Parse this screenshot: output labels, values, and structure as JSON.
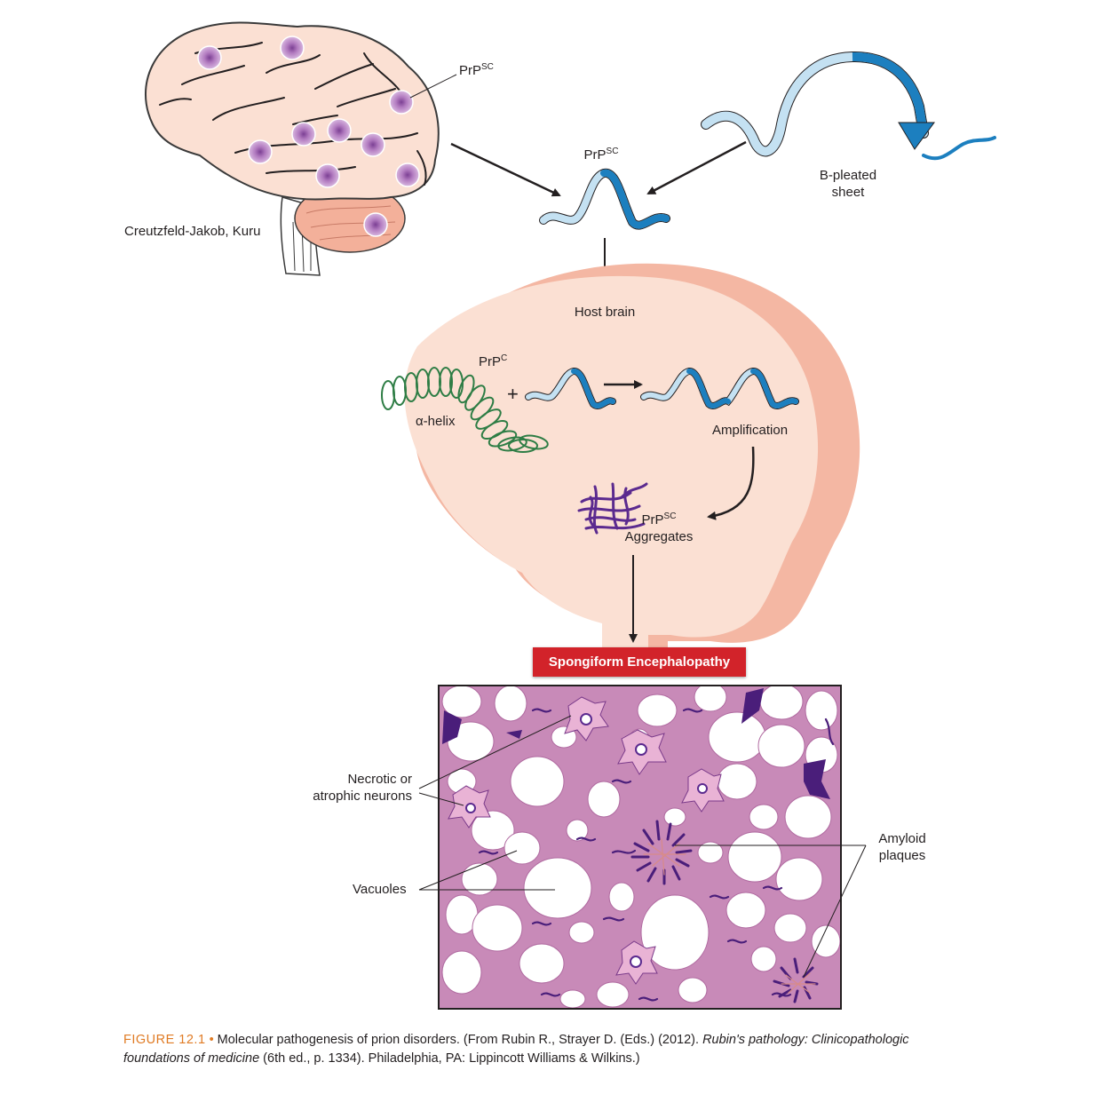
{
  "labels": {
    "prpsc_brain": {
      "base": "PrP",
      "sup": "SC"
    },
    "cjd": "Creutzfeld-Jakob, Kuru",
    "prpsc_center": {
      "base": "PrP",
      "sup": "SC"
    },
    "bpleated_1": "B-pleated",
    "bpleated_2": "sheet",
    "host_brain": "Host brain",
    "prpc": {
      "base": "PrP",
      "sup": "C"
    },
    "alpha_helix": "α-helix",
    "plus": "+",
    "amplification": "Amplification",
    "prpsc_agg": {
      "base": "PrP",
      "sup": "SC"
    },
    "aggregates": "Aggregates",
    "banner": "Spongiform Encephalopathy",
    "necrotic_1": "Necrotic or",
    "necrotic_2": "atrophic neurons",
    "vacuoles": "Vacuoles",
    "amyloid_1": "Amyloid",
    "amyloid_2": "plaques"
  },
  "caption": {
    "figure_label": "FIGURE 12.1",
    "bullet": "•",
    "text_1": " Molecular pathogenesis of prion disorders. (From Rubin R., Strayer D. (Eds.) (2012). ",
    "title_italic": "Rubin's pathology: Clinicopathologic foundations of medicine",
    "text_2": " (6th ed., p. 1334). Philadelphia, PA: Lippincott Williams & Wilkins.)"
  },
  "colors": {
    "brain_fill": "#fbe0d3",
    "brain_shadow": "#f4b7a3",
    "cerebellum": "#f3b09a",
    "prion_dot": "#b27bc0",
    "ribbon_light": "#c4e1f2",
    "ribbon_dark": "#1c7fbf",
    "helix": "#2e7d45",
    "aggregate": "#5b2a8f",
    "tissue": "#c88ab8",
    "banner": "#d2232a",
    "figure_label": "#e07b24"
  }
}
